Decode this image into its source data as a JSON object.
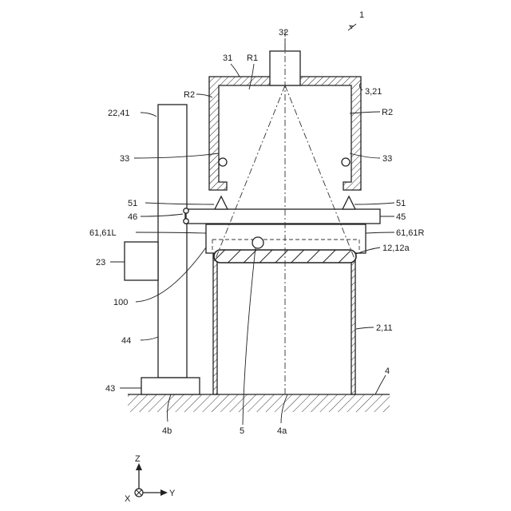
{
  "diagram": {
    "labels": {
      "fig_ref": "1",
      "camera": "32",
      "housing": "31",
      "r1": "R1",
      "r2_left": "R2",
      "r2_right": "R2",
      "housing_unit": "3,21",
      "pillar": "22,41",
      "light_left": "33",
      "light_right": "33",
      "leg_left": "51",
      "leg_right": "51",
      "hinge": "46",
      "plate": "45",
      "side_left": "61,61L",
      "side_right": "61,61R",
      "glass": "12,12a",
      "box_side": "23",
      "point": "100",
      "arm": "44",
      "container": "2,11",
      "base": "43",
      "floor": "4",
      "floor_b": "4b",
      "object": "5",
      "floor_a": "4a"
    },
    "axes": {
      "z": "Z",
      "x": "X",
      "y": "Y"
    }
  }
}
